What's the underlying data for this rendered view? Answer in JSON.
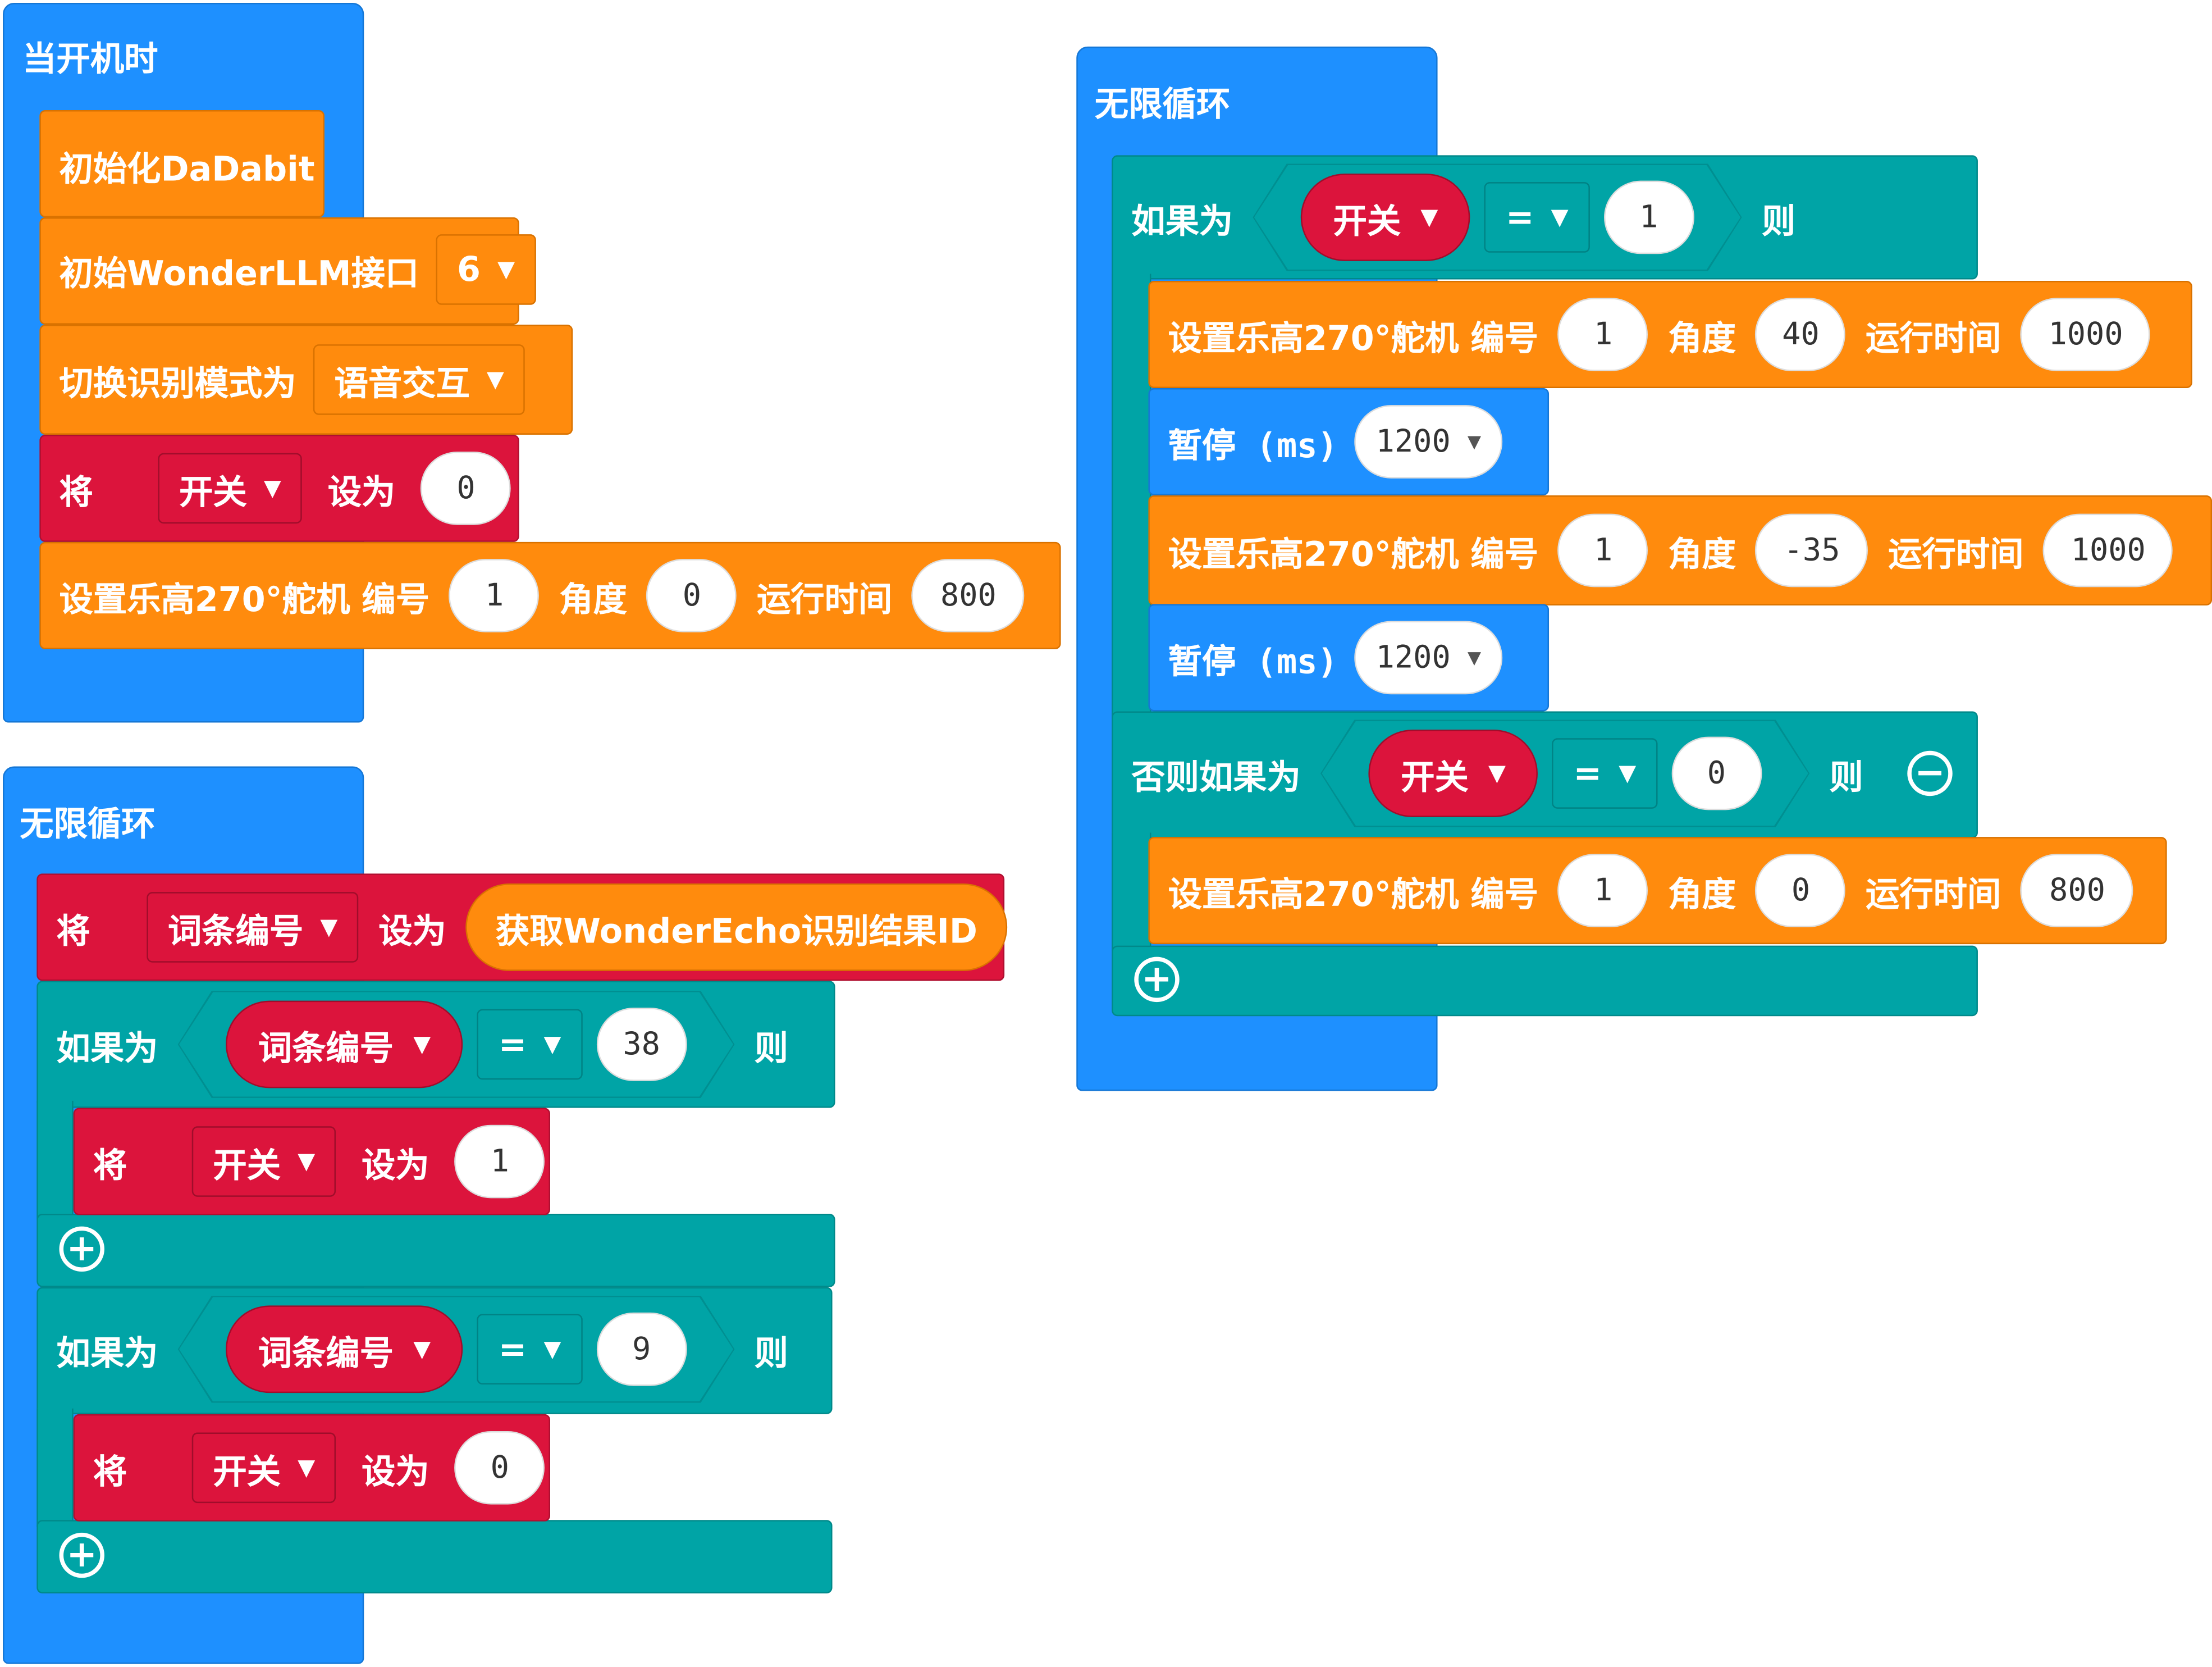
{
  "stack1": {
    "hat": "当开机时",
    "init_dadabit": "初始化DaDabit",
    "init_llm_label": "初始WonderLLM接口",
    "init_llm_port": "6",
    "switch_mode_label": "切换识别模式为",
    "switch_mode_value": "语音交互",
    "set_label": "将",
    "set_var": "开关",
    "set_to": "设为",
    "set_value": "0",
    "servo_label": "设置乐高270°舵机 编号",
    "servo_id": "1",
    "angle_label": "角度",
    "angle_value": "0",
    "time_label": "运行时间",
    "time_value": "800"
  },
  "stack2": {
    "hat": "无限循环",
    "set_label": "将",
    "set_var": "词条编号",
    "set_to": "设为",
    "get_result": "获取WonderEcho识别结果ID",
    "if1": {
      "if_label": "如果为",
      "var": "词条编号",
      "op": "=",
      "value": "38",
      "then": "则",
      "set_label": "将",
      "set_var": "开关",
      "set_to": "设为",
      "set_value": "1"
    },
    "if2": {
      "if_label": "如果为",
      "var": "词条编号",
      "op": "=",
      "value": "9",
      "then": "则",
      "set_label": "将",
      "set_var": "开关",
      "set_to": "设为",
      "set_value": "0"
    }
  },
  "stack3": {
    "hat": "无限循环",
    "if_label": "如果为",
    "var": "开关",
    "op": "=",
    "value": "1",
    "then": "则",
    "servo1": {
      "label": "设置乐高270°舵机 编号",
      "id": "1",
      "angle_label": "角度",
      "angle": "40",
      "time_label": "运行时间",
      "time": "1000"
    },
    "pause1": {
      "label": "暂停 (ms)",
      "value": "1200"
    },
    "servo2": {
      "label": "设置乐高270°舵机 编号",
      "id": "1",
      "angle_label": "角度",
      "angle": "-35",
      "time_label": "运行时间",
      "time": "1000"
    },
    "pause2": {
      "label": "暂停 (ms)",
      "value": "1200"
    },
    "elseif_label": "否则如果为",
    "elseif_var": "开关",
    "elseif_op": "=",
    "elseif_value": "0",
    "elseif_then": "则",
    "servo3": {
      "label": "设置乐高270°舵机 编号",
      "id": "1",
      "angle_label": "角度",
      "angle": "0",
      "time_label": "运行时间",
      "time": "800"
    }
  },
  "icons": {
    "caret": "▼",
    "plus": "+",
    "minus": "−"
  }
}
